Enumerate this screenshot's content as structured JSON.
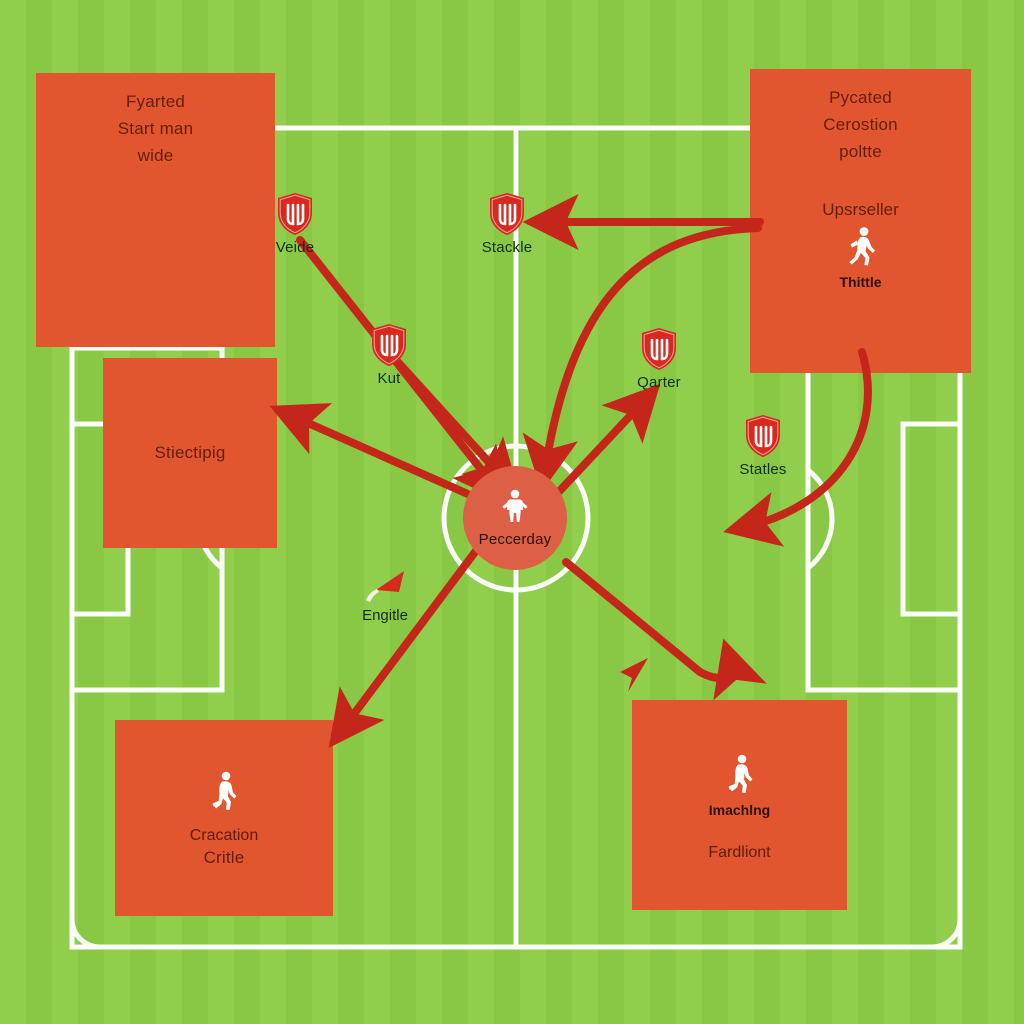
{
  "diagram": {
    "title": "Football tactical board",
    "colors": {
      "grass": "#8CCC46",
      "zone": "#E2562F",
      "arrow": "#C4261A",
      "line": "#FFFFFF",
      "token": "#DD6046",
      "badge": "#D8291E"
    }
  },
  "zones": [
    {
      "id": "top-left",
      "lines": [
        "Fyarted",
        "Start man",
        "wide"
      ]
    },
    {
      "id": "top-right",
      "lines": [
        "Pycated",
        "Cerostion",
        "poltte"
      ],
      "sub": "Upsrseller",
      "figure_icon": "running-player-icon",
      "figure_label": "Thittle"
    },
    {
      "id": "mid-left",
      "lines": [
        "Stiectipig"
      ]
    },
    {
      "id": "bottom-left",
      "figure_icon": "player-kicking-icon",
      "lines": [
        "Cracation",
        "Critle"
      ]
    },
    {
      "id": "bottom-right",
      "figure_icon": "player-kicking-icon",
      "figure_label": "Imachlng",
      "lines": [
        "Fardliont"
      ]
    }
  ],
  "center_token": {
    "icon": "player-icon",
    "label": "Peccerday"
  },
  "badges": [
    {
      "id": "badge-1",
      "icon": "shield-icon",
      "label": "Veide"
    },
    {
      "id": "badge-2",
      "icon": "shield-icon",
      "label": "Kut"
    },
    {
      "id": "badge-3",
      "icon": "shield-icon",
      "label": "Stackle"
    },
    {
      "id": "badge-4",
      "icon": "shield-icon",
      "label": "Qarter"
    },
    {
      "id": "badge-5",
      "icon": "shield-icon",
      "label": "Statles"
    }
  ],
  "flag_marker": {
    "icon": "corner-flag-icon",
    "label": "Engitle"
  }
}
